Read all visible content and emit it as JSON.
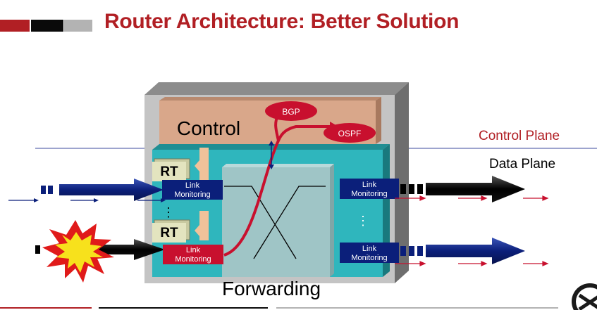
{
  "slide": {
    "title": "Router Architecture: Better Solution"
  },
  "planes": {
    "control_plane": "Control Plane",
    "data_plane": "Data Plane"
  },
  "router": {
    "control_label": "Control",
    "forwarding_label": "Forwarding",
    "protocols": [
      "BGP",
      "OSPF"
    ],
    "rt_label": "RT",
    "link_monitor_line1": "Link",
    "link_monitor_line2": "Monitoring",
    "ellipsis": "⋮"
  },
  "colors": {
    "title_red": "#b11f24",
    "control_box": "#d9a78a",
    "forwarding_box": "#2fb6bd",
    "switch_box": "#9fc5c6",
    "link_monitor_blue": "#0b1f7a",
    "link_monitor_red": "#c8102e",
    "protocol_ellipse": "#c8102e"
  }
}
